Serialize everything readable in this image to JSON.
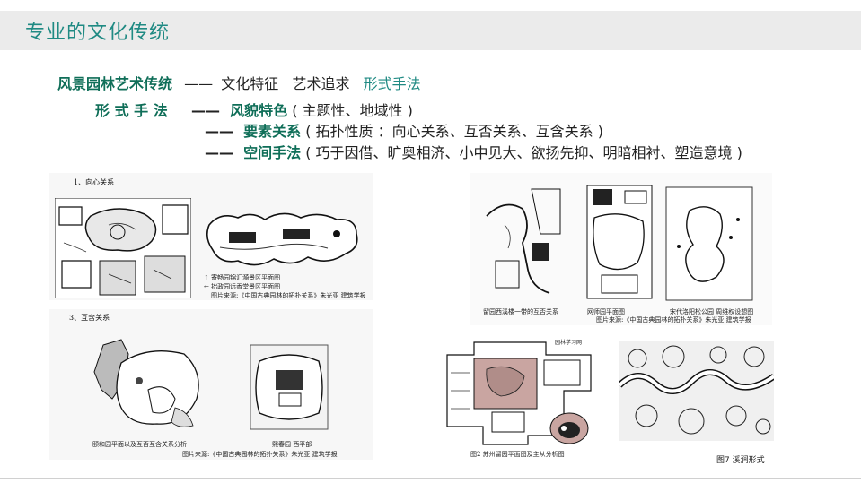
{
  "header": {
    "title": "专业的文化传统"
  },
  "intro": {
    "label": "风景园林艺术传统",
    "dash": "——",
    "items": "文化特征   艺术追求",
    "highlight": "形式手法"
  },
  "methods": {
    "label": "形 式 手 法",
    "rows": [
      {
        "dash": "——",
        "term": "风貌特色",
        "detail": "( 主题性、地域性 )"
      },
      {
        "dash": "——",
        "term": "要素关系",
        "detail": "( 拓扑性质 ：向心关系、互否关系、互含关系 )"
      },
      {
        "dash": "——",
        "term": "空间手法",
        "detail": "( 巧于因借、旷奥相济、小中见大、欲扬先抑、明暗相衬、塑造意境 )"
      }
    ]
  },
  "figures": {
    "top_left": {
      "section": "1、向心关系",
      "caption1": "↑ 寄畅园锦汇漪景区平面图",
      "caption2": "← 拙政园远香堂景区平面图",
      "source": "图片来源:《中国古典园林的拓扑关系》朱光亚 建筑学报"
    },
    "bottom_left": {
      "section": "3、互含关系",
      "caption1": "颐和园平面以及互否互含关系分析",
      "caption2": "熙春园 西平部",
      "source": "图片来源:《中国古典园林的拓扑关系》朱光亚 建筑学报"
    },
    "top_right": {
      "caption1": "留园西溪楼一带的互否关系",
      "caption2": "网师园平面图",
      "caption3": "宋代洛阳松公园 周维权设想图",
      "source": "图片来源:《中国古典园林的拓扑关系》朱光亚 建筑学报"
    },
    "bottom_right": {
      "caption1": "图2 苏州留园平面图及主从分析图",
      "caption2": "图7 溪涧形式",
      "stamp": "园林学习网"
    }
  }
}
